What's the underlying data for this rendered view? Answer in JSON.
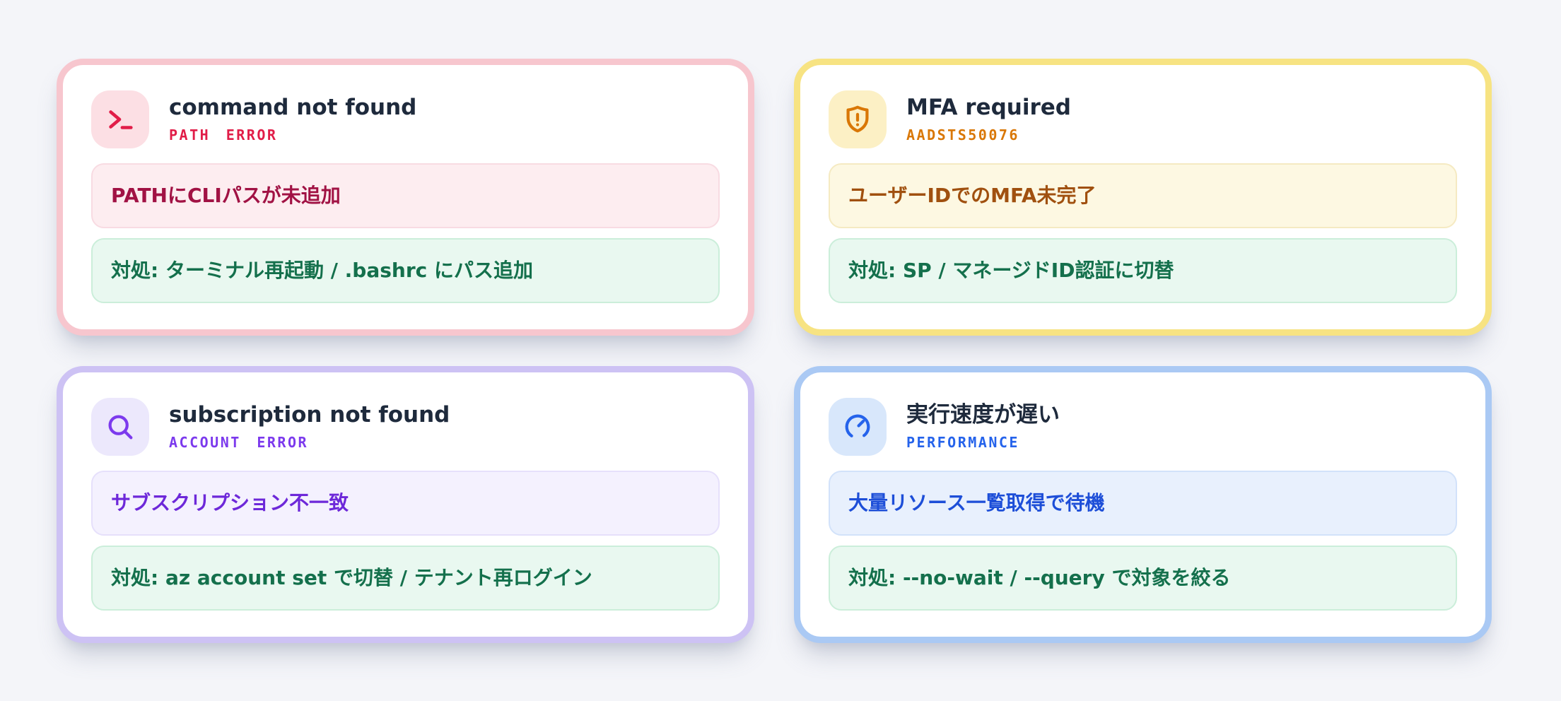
{
  "page": {
    "background_color": "#f4f5f9",
    "title_text_color": "#1e2a3c"
  },
  "fix_style": {
    "background": "#e9f8f0",
    "border": "#cbeeda",
    "text": "#14704c"
  },
  "cards": [
    {
      "title": "command not found",
      "code_label": "PATH ERROR",
      "icon": "terminal-icon",
      "problem_text": "PATHにCLIパスが未追加",
      "fix_text": "対処: ターミナル再起動 / .bashrc にパス追加",
      "colors": {
        "card_border": "#f7c6ce",
        "badge_bg": "#fcdfe4",
        "accent": "#e11d48",
        "problem_bg": "#fdedf0",
        "problem_border": "#f8dbe2",
        "problem_text": "#a11244"
      }
    },
    {
      "title": "MFA required",
      "code_label": "AADSTS50076",
      "icon": "shield-alert-icon",
      "problem_text": "ユーザーIDでのMFA未完了",
      "fix_text": "対処: SP / マネージドID認証に切替",
      "colors": {
        "card_border": "#f7e382",
        "badge_bg": "#fcf0c5",
        "accent": "#d97706",
        "problem_bg": "#fdf8e2",
        "problem_border": "#f5eac2",
        "problem_text": "#a0500f"
      }
    },
    {
      "title": "subscription not found",
      "code_label": "ACCOUNT ERROR",
      "icon": "search-icon",
      "problem_text": "サブスクリプション不一致",
      "fix_text": "対処: az account set で切替 / テナント再ログイン",
      "colors": {
        "card_border": "#cdc2f4",
        "badge_bg": "#ece8fc",
        "accent": "#7c3aed",
        "problem_bg": "#f4f1fe",
        "problem_border": "#e6e0fb",
        "problem_text": "#6d28d9"
      }
    },
    {
      "title": "実行速度が遅い",
      "code_label": "PERFORMANCE",
      "icon": "gauge-icon",
      "problem_text": "大量リソース一覧取得で待機",
      "fix_text": "対処: --no-wait / --query で対象を絞る",
      "colors": {
        "card_border": "#aac9f4",
        "badge_bg": "#d8e7fb",
        "accent": "#2563eb",
        "problem_bg": "#e8f0fd",
        "problem_border": "#d2e2fa",
        "problem_text": "#1d4ed8"
      }
    }
  ]
}
